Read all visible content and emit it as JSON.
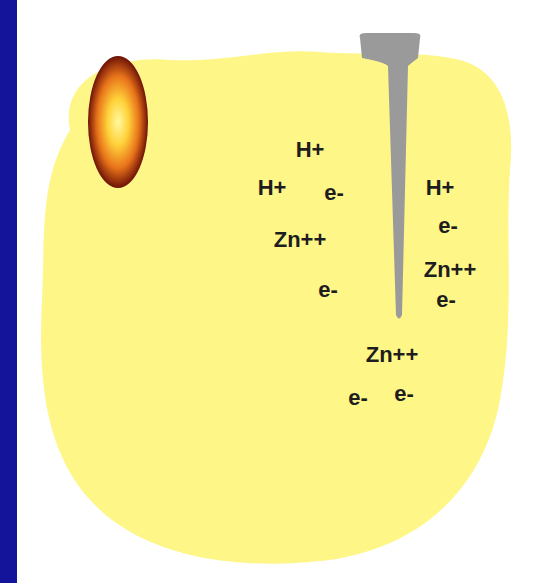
{
  "diagram": {
    "labels": [
      "H+",
      "H+",
      "e-",
      "H+",
      "Zn++",
      "e-",
      "Zn++",
      "e-",
      "e-",
      "Zn++",
      "e-",
      "e-"
    ]
  }
}
